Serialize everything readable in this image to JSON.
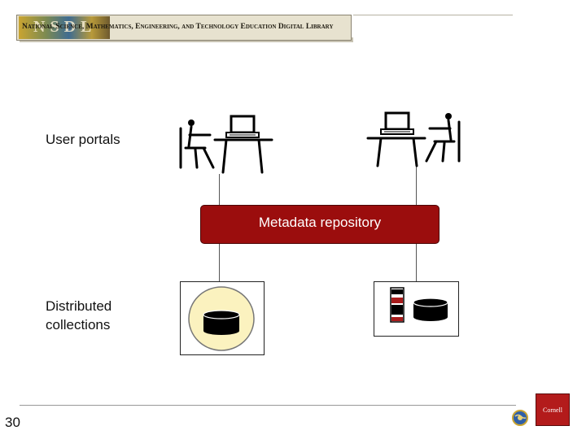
{
  "header": {
    "banner_text": "National Science, Mathematics, Engineering, and Technology Education Digital Library",
    "logo_icon": "nsdl-logo-icon"
  },
  "diagram": {
    "user_portals_label": "User portals",
    "repository_label": "Metadata repository",
    "collections_label_line1": "Distributed",
    "collections_label_line2": "collections",
    "icons": [
      "user-at-computer-icon",
      "user-at-computer-icon",
      "database-icon",
      "server-database-icon"
    ]
  },
  "footer": {
    "page_number": "30",
    "logo_text": "Cornell"
  },
  "colors": {
    "repository_fill": "#9b0d0d",
    "database_circle": "#fbf2bf",
    "server_red": "#a81c1c"
  }
}
